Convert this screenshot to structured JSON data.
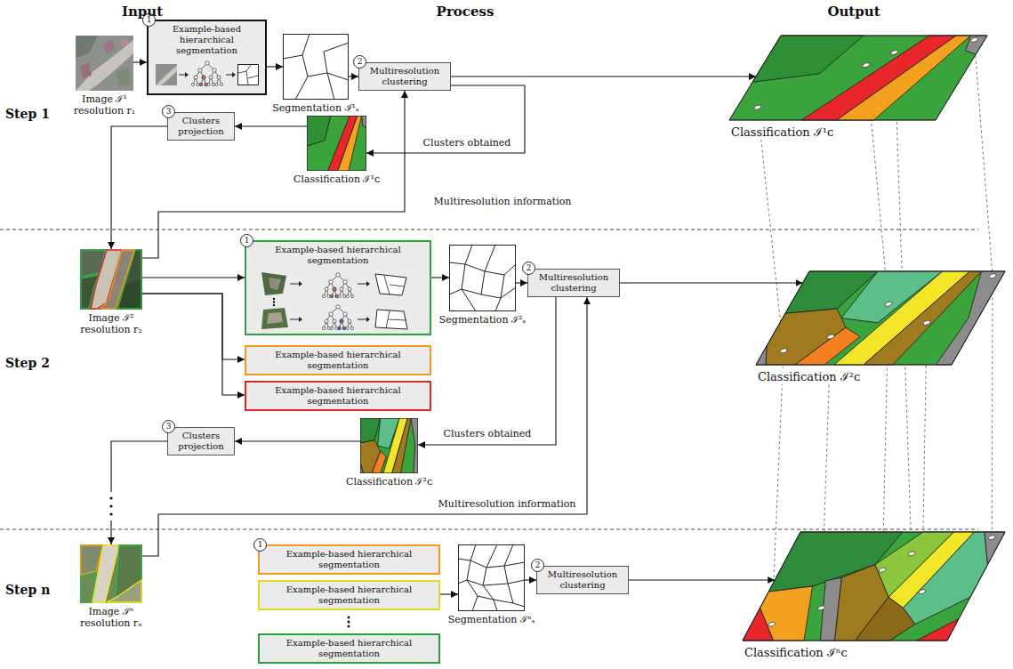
{
  "diagram": {
    "nodes": [
      {
        "text": [
          "Image ℐ¹ resolution r₁"
        ]
      },
      {
        "text": [
          "1",
          "Example-based hierarchical segmentation"
        ]
      },
      {
        "text": [
          "Segmentation ℐ¹ₛ"
        ]
      },
      {
        "text": [
          "2",
          "Multiresolution clustering"
        ]
      },
      {
        "text": [
          "Classification ℐ¹ᴄ"
        ]
      },
      {
        "text": [
          "Classification ℐ¹ᴄ"
        ]
      },
      {
        "text": [
          "3",
          "Clusters projection"
        ]
      },
      {
        "text": [
          "Image ℐ² resolution r₂"
        ]
      },
      {
        "text": [
          "1",
          "Example-based hierarchical segmentation"
        ]
      },
      {
        "text": [
          "Example-based hierarchical segmentation"
        ]
      },
      {
        "text": [
          "Example-based hierarchical segmentation"
        ]
      },
      {
        "text": [
          "Segmentation ℐ²ₛ"
        ]
      },
      {
        "text": [
          "2",
          "Multiresolution clustering"
        ]
      },
      {
        "text": [
          "Classification ℐ²ᴄ"
        ]
      },
      {
        "text": [
          "Classification ℐ²ᴄ"
        ]
      },
      {
        "text": [
          "3",
          "Clusters projection"
        ]
      },
      {
        "text": [
          "Image ℐⁿ resolution rₙ"
        ]
      },
      {
        "text": [
          "1",
          "Example-based hierarchical segmentation"
        ]
      },
      {
        "text": [
          "Example-based hierarchical segmentation"
        ]
      },
      {
        "text": [
          "Example-based hierarchical segmentation"
        ]
      },
      {
        "text": [
          "Segmentation ℐⁿₛ"
        ]
      },
      {
        "text": [
          "2",
          "Multiresolution clustering"
        ]
      },
      {
        "text": [
          "Classification ℐⁿᴄ"
        ]
      }
    ],
    "edges": [
      {
        "from": 0,
        "to": 1,
        "arrow": "to"
      },
      {
        "from": 1,
        "to": 2,
        "arrow": "to"
      },
      {
        "from": 2,
        "to": 3,
        "arrow": "to"
      },
      {
        "from": 3,
        "to": 4,
        "arrow": "to"
      },
      {
        "from": 3,
        "to": 5,
        "label": "Clusters obtained",
        "arrow": "to"
      },
      {
        "from": 5,
        "to": 6,
        "arrow": "to"
      },
      {
        "from": 6,
        "to": 7,
        "arrow": "to"
      },
      {
        "from": 7,
        "to": 3,
        "label": "Multiresolution information",
        "arrow": "to"
      },
      {
        "from": 7,
        "to": 8,
        "arrow": "to"
      },
      {
        "from": 7,
        "to": 9,
        "arrow": "to"
      },
      {
        "from": 7,
        "to": 10,
        "arrow": "to"
      },
      {
        "from": 8,
        "to": 11,
        "arrow": "to"
      },
      {
        "from": 11,
        "to": 12,
        "arrow": "to"
      },
      {
        "from": 12,
        "to": 13,
        "arrow": "to"
      },
      {
        "from": 12,
        "to": 14,
        "label": "Clusters obtained",
        "arrow": "to"
      },
      {
        "from": 14,
        "to": 15,
        "arrow": "to"
      },
      {
        "from": 16,
        "to": 12,
        "label": "Multiresolution information",
        "arrow": "to"
      },
      {
        "from": 15,
        "to": 16,
        "arrow": "to"
      },
      {
        "from": 18,
        "to": 20,
        "arrow": "to"
      },
      {
        "from": 20,
        "to": 21,
        "arrow": "to"
      },
      {
        "from": 21,
        "to": 22,
        "arrow": "to"
      }
    ],
    "labels": [
      "Input",
      "Process",
      "Output",
      "Step 1",
      "Step 2",
      "Step n"
    ]
  }
}
